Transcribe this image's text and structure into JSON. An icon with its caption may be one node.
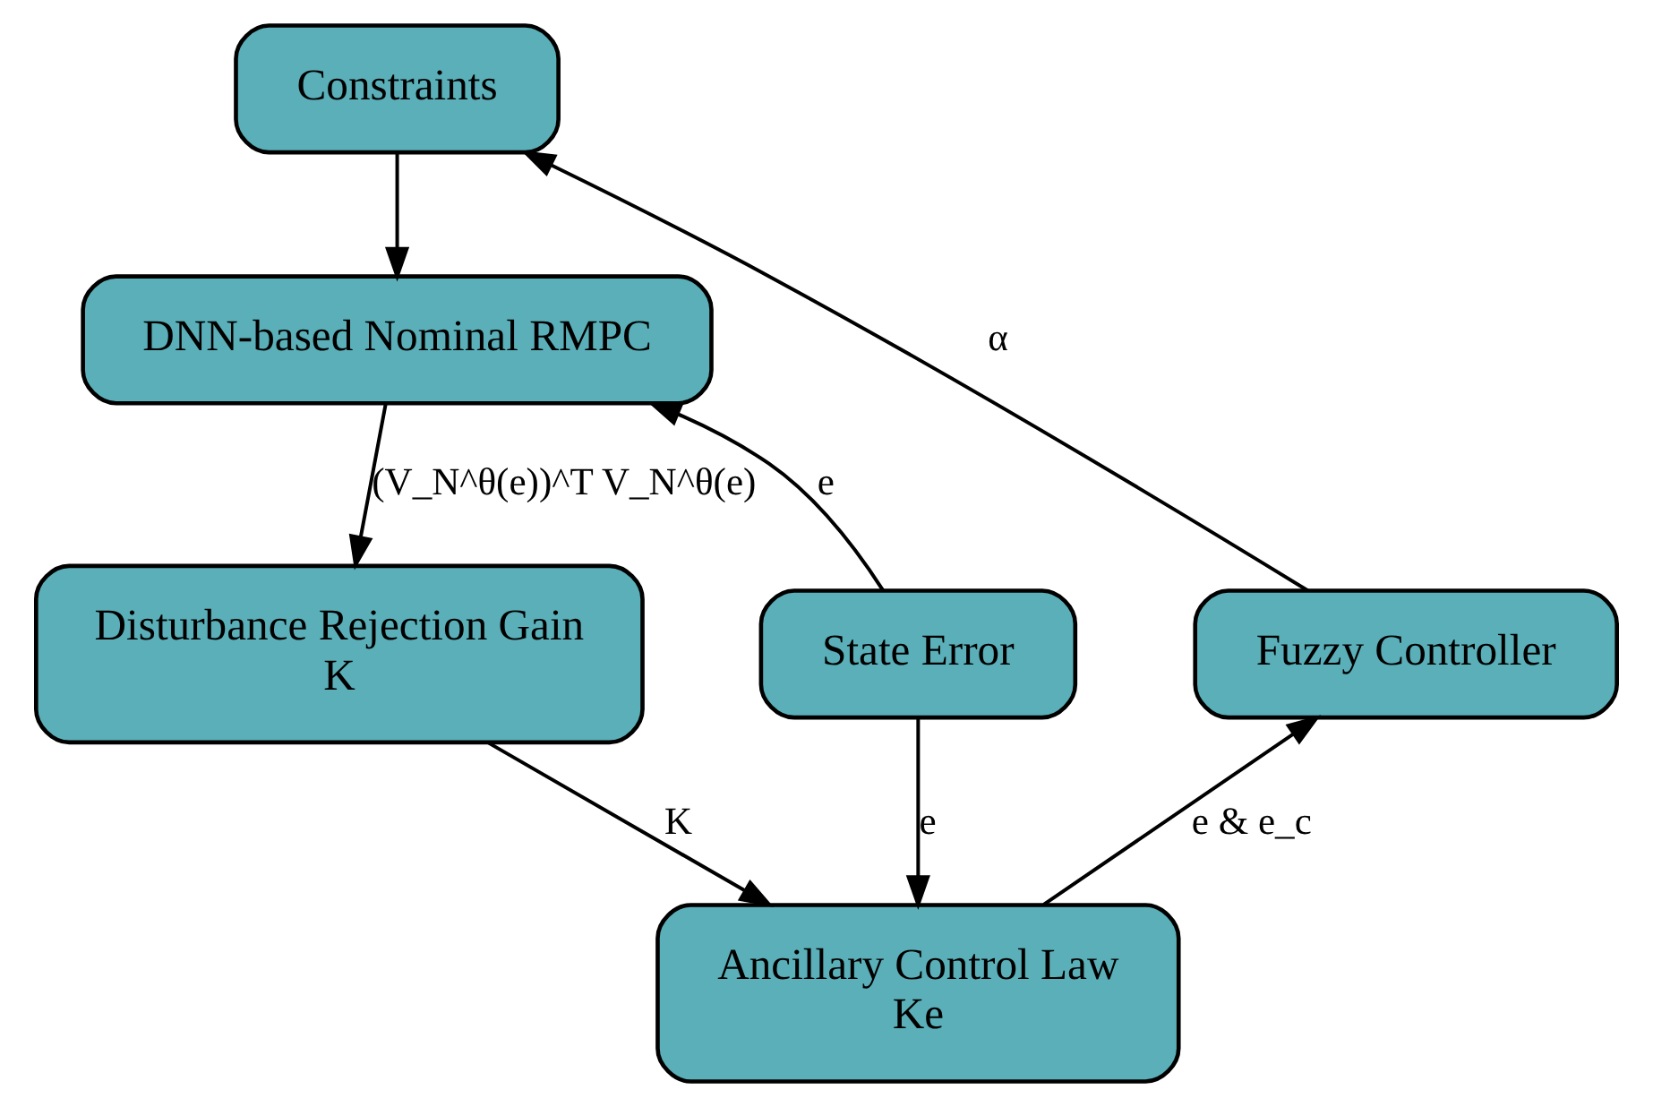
{
  "diagram": {
    "nodes": [
      {
        "text": [
          "Constraints"
        ]
      },
      {
        "text": [
          "DNN-based Nominal RMPC"
        ]
      },
      {
        "text": [
          "Disturbance Rejection Gain",
          "K"
        ]
      },
      {
        "text": [
          "State Error"
        ]
      },
      {
        "text": [
          "Fuzzy Controller"
        ]
      },
      {
        "text": [
          "Ancillary Control Law",
          "Ke"
        ]
      }
    ],
    "edges": [
      {
        "from": 0,
        "to": 1,
        "arrow": "to"
      },
      {
        "from": 1,
        "to": 2,
        "arrow": "to",
        "label": "(V_N^θ(e))^T V_N^θ(e)"
      },
      {
        "from": 3,
        "to": 1,
        "arrow": "to",
        "label": "e"
      },
      {
        "from": 3,
        "to": 5,
        "arrow": "to",
        "label": "e"
      },
      {
        "from": 2,
        "to": 5,
        "arrow": "to",
        "label": "K"
      },
      {
        "from": 5,
        "to": 4,
        "arrow": "to",
        "label": "e & e_c"
      },
      {
        "from": 4,
        "to": 0,
        "arrow": "to",
        "label": "α"
      }
    ]
  }
}
